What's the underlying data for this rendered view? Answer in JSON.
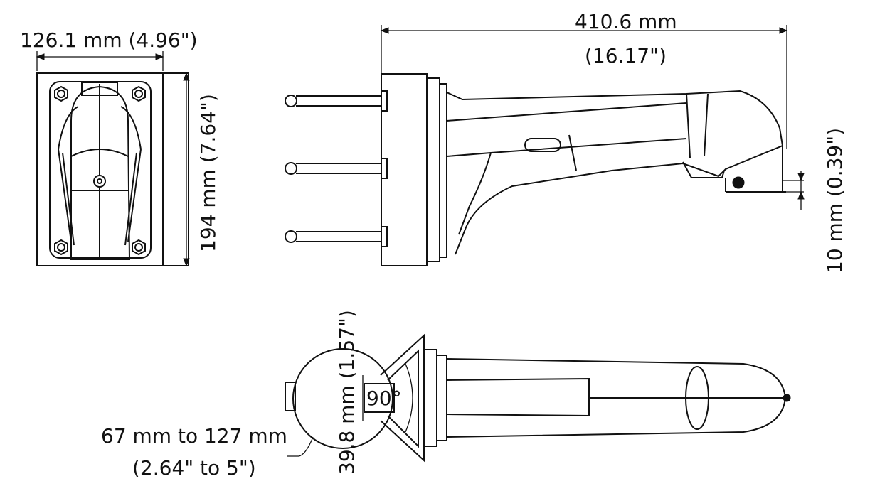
{
  "dimensions": {
    "front_width": "126.1 mm (4.96\")",
    "front_height": "194 mm (7.64\")",
    "side_length_mm": "410.6 mm",
    "side_length_in": "(16.17\")",
    "side_offset": "10 mm (0.39\")",
    "top_circle": "39.8 mm (1.57\")",
    "top_angle": "90°",
    "pole_range_mm": "67 mm to 127 mm",
    "pole_range_in": "(2.64\" to 5\")"
  }
}
